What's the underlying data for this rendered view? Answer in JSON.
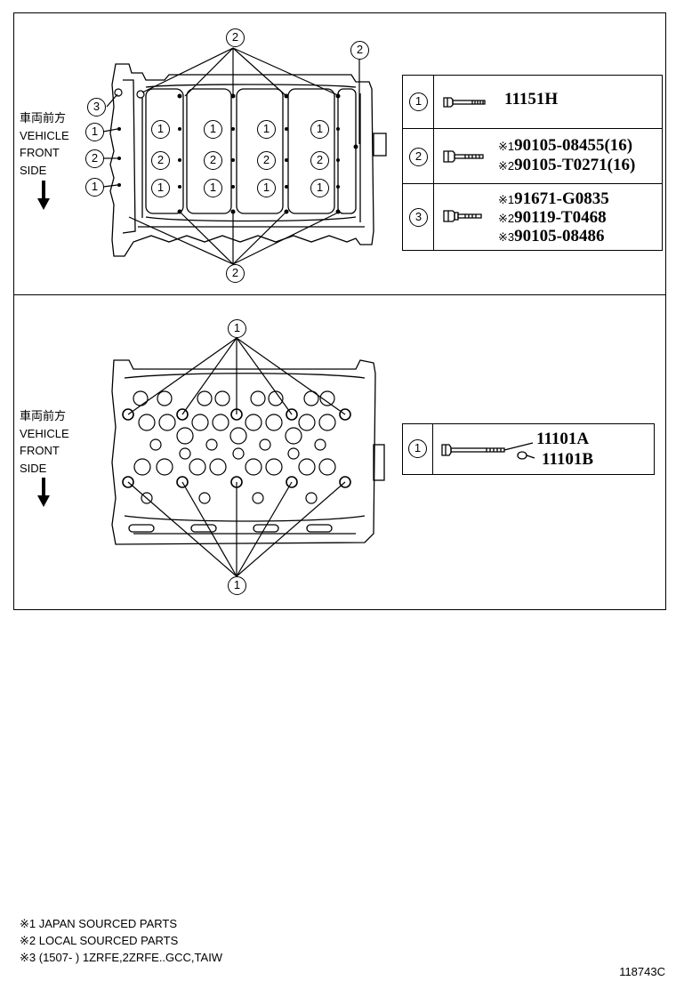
{
  "direction_label": {
    "jp": "車両前方",
    "line1": "VEHICLE",
    "line2": "FRONT",
    "line3": "SIDE"
  },
  "callouts": {
    "one": "1",
    "two": "2",
    "three": "3"
  },
  "top_table": {
    "row1": {
      "num": "1",
      "part": "11151H"
    },
    "row2": {
      "num": "2",
      "a_mark": "※1",
      "a_part": "90105-08455(16)",
      "b_mark": "※2",
      "b_part": "90105-T0271(16)"
    },
    "row3": {
      "num": "3",
      "a_mark": "※1",
      "a_part": "91671-G0835",
      "b_mark": "※2",
      "b_part": "90119-T0468",
      "c_mark": "※3",
      "c_part": "90105-08486"
    }
  },
  "bottom_table": {
    "row1": {
      "num": "1",
      "part_a": "11101A",
      "part_b": "11101B"
    }
  },
  "notes": {
    "n1": "※1 JAPAN SOURCED PARTS",
    "n2": "※2 LOCAL SOURCED PARTS",
    "n3": "※3 (1507-         ) 1ZRFE,2ZRFE..GCC,TAIW"
  },
  "diagram_code": "118743C"
}
